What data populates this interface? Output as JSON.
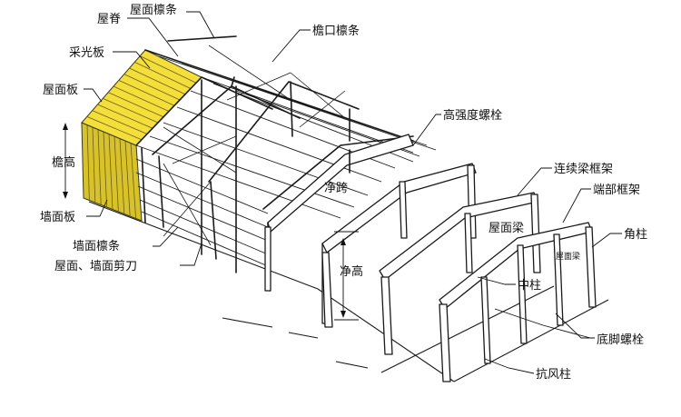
{
  "labels": {
    "roof_ridge": "屋脊",
    "roof_purlin": "屋面檩条",
    "eave_purlin": "檐口檩条",
    "skylight_panel": "采光板",
    "roof_panel": "屋面板",
    "eave_height": "檐高",
    "wall_panel": "墙面板",
    "wall_girt": "墙面檩条",
    "bracing": "屋面、墙面剪刀",
    "hs_bolt": "高强度螺栓",
    "clear_span": "净跨",
    "clear_height": "净高",
    "continuous_frame": "连续梁框架",
    "end_frame": "端部框架",
    "roof_beam": "屋面梁",
    "roof_beam_small": "屋面梁",
    "corner_column": "角柱",
    "middle_column": "中柱",
    "anchor_bolt": "底脚螺栓",
    "wind_column": "抗风柱"
  },
  "colors": {
    "panel": "#f3de3c",
    "line": "#1a1a1a"
  }
}
